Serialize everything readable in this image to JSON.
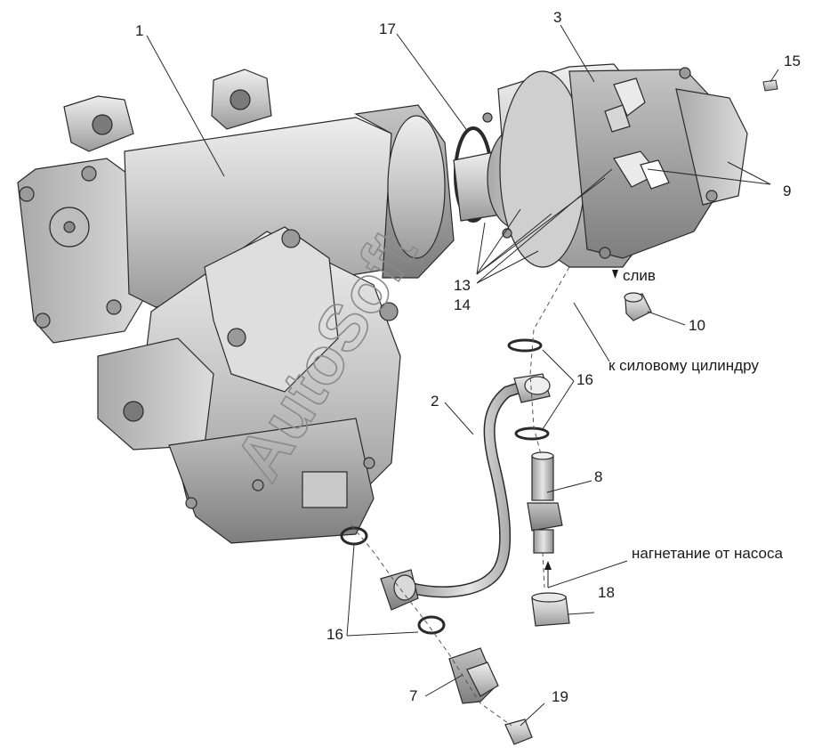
{
  "callouts": {
    "c1": "1",
    "c2": "2",
    "c3": "3",
    "c7": "7",
    "c8": "8",
    "c9": "9",
    "c10": "10",
    "c13": "13",
    "c14": "14",
    "c15": "15",
    "c16a": "16",
    "c16b": "16",
    "c17": "17",
    "c18": "18",
    "c19": "19"
  },
  "notes": {
    "drain": "слив",
    "to_cylinder": "к силовому цилиндру",
    "from_pump": "нагнетание от насоса"
  },
  "watermark": "AutoSoft",
  "colors": {
    "line": "#2a2a2a",
    "body_light": "#d8d8d8",
    "body_mid": "#b9b9b9",
    "body_dark": "#8c8c8c"
  }
}
